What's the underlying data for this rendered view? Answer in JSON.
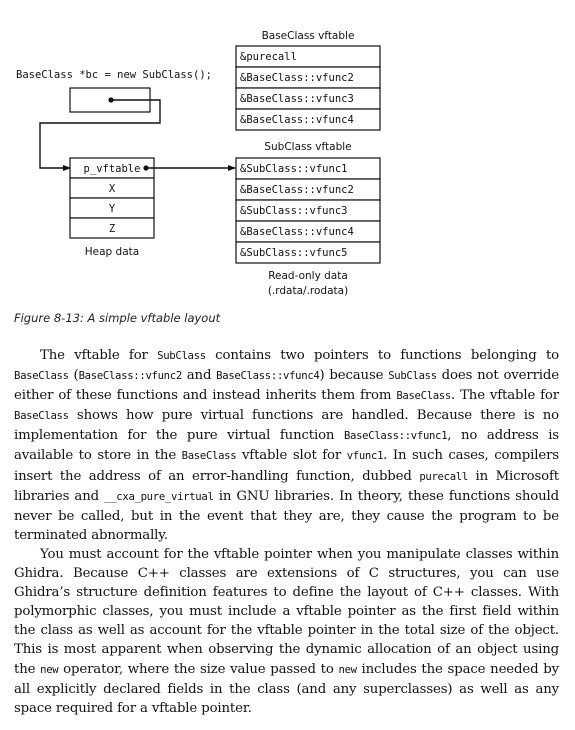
{
  "diagram": {
    "code_line": "BaseClass *bc = new SubClass();",
    "heap_fields": [
      "p_vftable",
      "X",
      "Y",
      "Z"
    ],
    "heap_label": "Heap data",
    "baseclass_vftable_title": "BaseClass vftable",
    "baseclass_vftable": [
      "&purecall",
      "&BaseClass::vfunc2",
      "&BaseClass::vfunc3",
      "&BaseClass::vfunc4"
    ],
    "subclass_vftable_title": "SubClass vftable",
    "subclass_vftable": [
      "&SubClass::vfunc1",
      "&BaseClass::vfunc2",
      "&SubClass::vfunc3",
      "&BaseClass::vfunc4",
      "&SubClass::vfunc5"
    ],
    "readonly_label_1": "Read-only data",
    "readonly_label_2": "(.rdata/.rodata)"
  },
  "caption": "Figure 8-13: A simple vftable layout",
  "paragraphs": [
    [
      {
        "t": "The vftable for "
      },
      {
        "c": "SubClass"
      },
      {
        "t": " contains two pointers to functions belonging to "
      },
      {
        "c": "BaseClass"
      },
      {
        "t": " ("
      },
      {
        "c": "BaseClass::vfunc2"
      },
      {
        "t": " and "
      },
      {
        "c": "BaseClass::vfunc4"
      },
      {
        "t": ") because "
      },
      {
        "c": "SubClass"
      },
      {
        "t": " does not override either of these functions and instead inherits them from "
      },
      {
        "c": "BaseClass"
      },
      {
        "t": ". The vftable for "
      },
      {
        "c": "BaseClass"
      },
      {
        "t": " shows how pure virtual functions are handled. Because there is no implementation for the pure virtual function "
      },
      {
        "c": "BaseClass::vfunc1"
      },
      {
        "t": ", no address is available to store in the "
      },
      {
        "c": "BaseClass"
      },
      {
        "t": " vftable slot for "
      },
      {
        "c": "vfunc1"
      },
      {
        "t": ". In such cases, compilers insert the address of an error-handling function, dubbed "
      },
      {
        "c": "purecall"
      },
      {
        "t": " in Microsoft libraries and "
      },
      {
        "c": "__cxa_pure_virtual"
      },
      {
        "t": " in GNU libraries. In theory, these functions should never be called, but in the event that they are, they cause the program to be terminated abnormally."
      }
    ],
    [
      {
        "t": "You must account for the vftable pointer when you manipulate classes within Ghidra. Because C++ classes are extensions of C structures, you can use Ghidra’s structure definition features to define the layout of C++ classes. With polymorphic classes, you must include a vftable pointer as the first field within the class as well as account for the vftable pointer in the total size of the object. This is most apparent when observing the dynamic allocation of an object using the "
      },
      {
        "c": "new"
      },
      {
        "t": " operator, where the size value passed to "
      },
      {
        "c": "new"
      },
      {
        "t": " includes the space needed by all explicitly declared fields in the class (and any superclasses) as well as any space required for a vftable pointer."
      }
    ]
  ]
}
